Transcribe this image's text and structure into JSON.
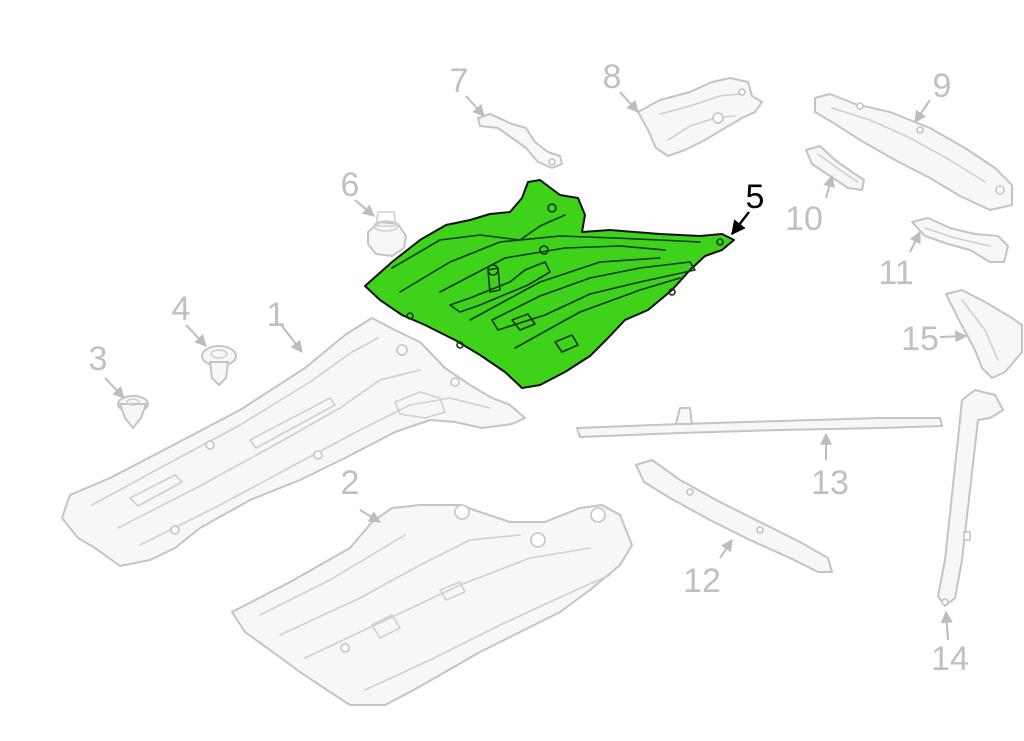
{
  "diagram": {
    "highlight_color": "#3fd21a",
    "callouts": [
      {
        "id": "1",
        "label": "1"
      },
      {
        "id": "2",
        "label": "2"
      },
      {
        "id": "3",
        "label": "3"
      },
      {
        "id": "4",
        "label": "4"
      },
      {
        "id": "5",
        "label": "5",
        "highlighted": true
      },
      {
        "id": "6",
        "label": "6"
      },
      {
        "id": "7",
        "label": "7"
      },
      {
        "id": "8",
        "label": "8"
      },
      {
        "id": "9",
        "label": "9"
      },
      {
        "id": "10",
        "label": "10"
      },
      {
        "id": "11",
        "label": "11"
      },
      {
        "id": "12",
        "label": "12"
      },
      {
        "id": "13",
        "label": "13"
      },
      {
        "id": "14",
        "label": "14"
      },
      {
        "id": "15",
        "label": "15"
      }
    ]
  }
}
